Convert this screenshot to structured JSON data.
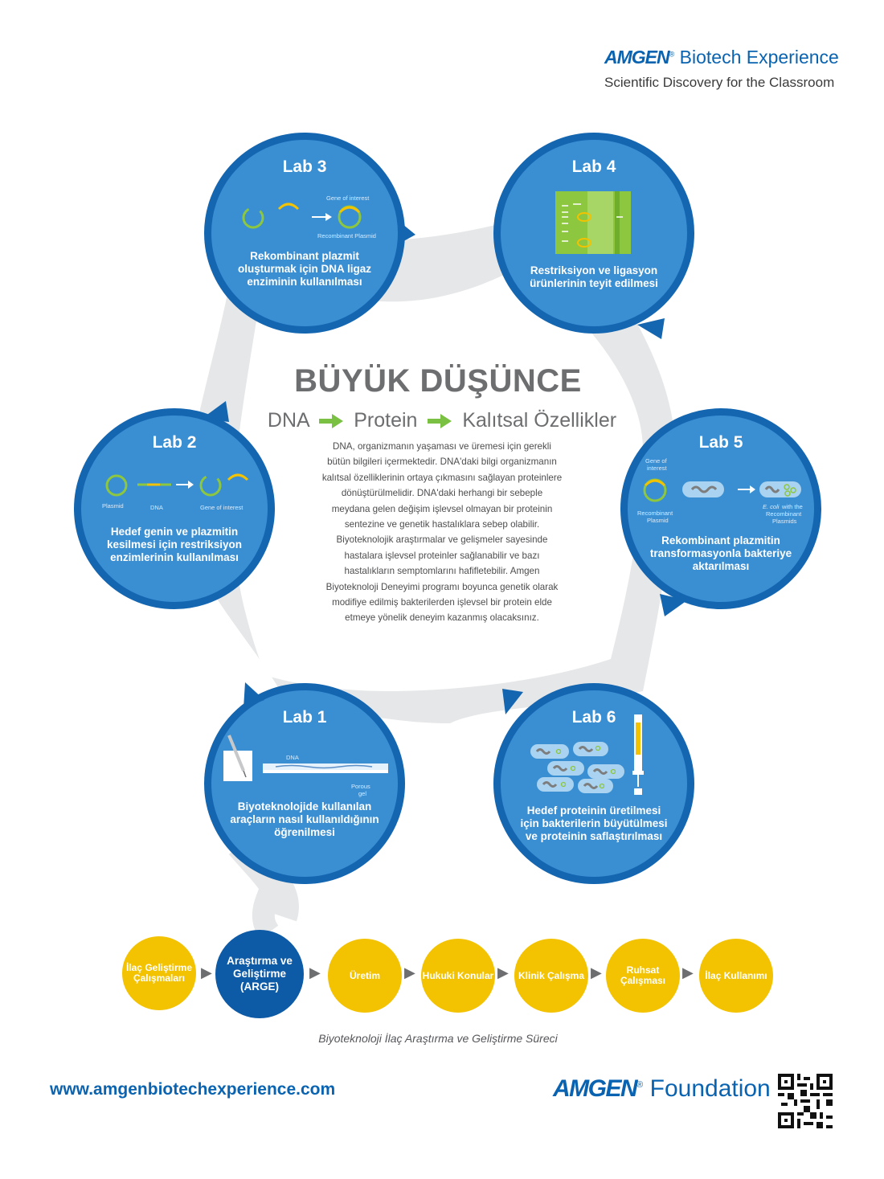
{
  "header": {
    "brand_amgen": "AMGEN",
    "brand_rest": "Biotech Experience",
    "subtitle": "Scientific Discovery for the Classroom"
  },
  "center": {
    "title": "BÜYÜK DÜŞÜNCE",
    "flow": [
      "DNA",
      "Protein",
      "Kalıtsal Özellikler"
    ],
    "description": "DNA, organizmanın yaşaması ve üremesi için gerekli bütün bilgileri içermektedir. DNA'daki bilgi organizmanın kalıtsal özelliklerinin ortaya çıkmasını sağlayan proteinlere dönüştürülmelidir. DNA'daki herhangi bir sebeple meydana gelen değişim işlevsel olmayan bir proteinin sentezine ve genetik hastalıklara sebep olabilir. Biyoteknolojik araştırmalar ve gelişmeler sayesinde hastalara işlevsel proteinler sağlanabilir ve bazı hastalıkların semptomlarını hafifletebilir. Amgen Biyoteknoloji Deneyimi programı boyunca genetik olarak modifiye edilmiş bakterilerden işlevsel bir protein elde etmeye yönelik deneyim kazanmış olacaksınız.",
    "accent_color": "#7ac143"
  },
  "labs": {
    "lab1": {
      "title": "Lab 1",
      "text": "Biyoteknolojide kullanılan araçların nasıl kullanıldığının öğrenilmesi",
      "labels": [
        "DNA",
        "Porous",
        "gel"
      ]
    },
    "lab2": {
      "title": "Lab 2",
      "text": "Hedef genin ve plazmitin kesilmesi için restriksiyon enzimlerinin kullanılması",
      "labels": [
        "Plasmid",
        "DNA",
        "Gene of interest"
      ]
    },
    "lab3": {
      "title": "Lab 3",
      "text": "Rekombinant plazmit oluşturmak için DNA ligaz enziminin kullanılması",
      "labels": [
        "Gene of interest",
        "Recombinant Plasmid"
      ]
    },
    "lab4": {
      "title": "Lab 4",
      "text": "Restriksiyon ve ligasyon ürünlerinin teyit edilmesi"
    },
    "lab5": {
      "title": "Lab 5",
      "text": "Rekombinant plazmitin transformasyonla bakteriye aktarılması",
      "labels": [
        "Gene of",
        "interest",
        "Recombinant",
        "Plasmid",
        "E. coli",
        "with the",
        "Recombinant",
        "Plasmids"
      ]
    },
    "lab6": {
      "title": "Lab 6",
      "text": "Hedef proteinin üretilmesi için bakterilerin büyütülmesi ve proteinin saflaştırılması"
    },
    "circle_color": "#3a8fd3",
    "border_color": "#1466b0"
  },
  "process": {
    "steps": [
      "İlaç Geliştirme Çalışmaları",
      "Araştırma ve Geliştirme (ARGE)",
      "Üretim",
      "Hukuki Konular",
      "Klinik Çalışma",
      "Ruhsat Çalışması",
      "İlaç Kullanımı"
    ],
    "caption": "Biyoteknoloji İlaç Araştırma ve Geliştirme Süreci",
    "step_color": "#f3c200",
    "active_color": "#0d5aa6"
  },
  "footer": {
    "url": "www.amgenbiotechexperience.com",
    "brand_amgen": "AMGEN",
    "brand_rest": "Foundation"
  }
}
